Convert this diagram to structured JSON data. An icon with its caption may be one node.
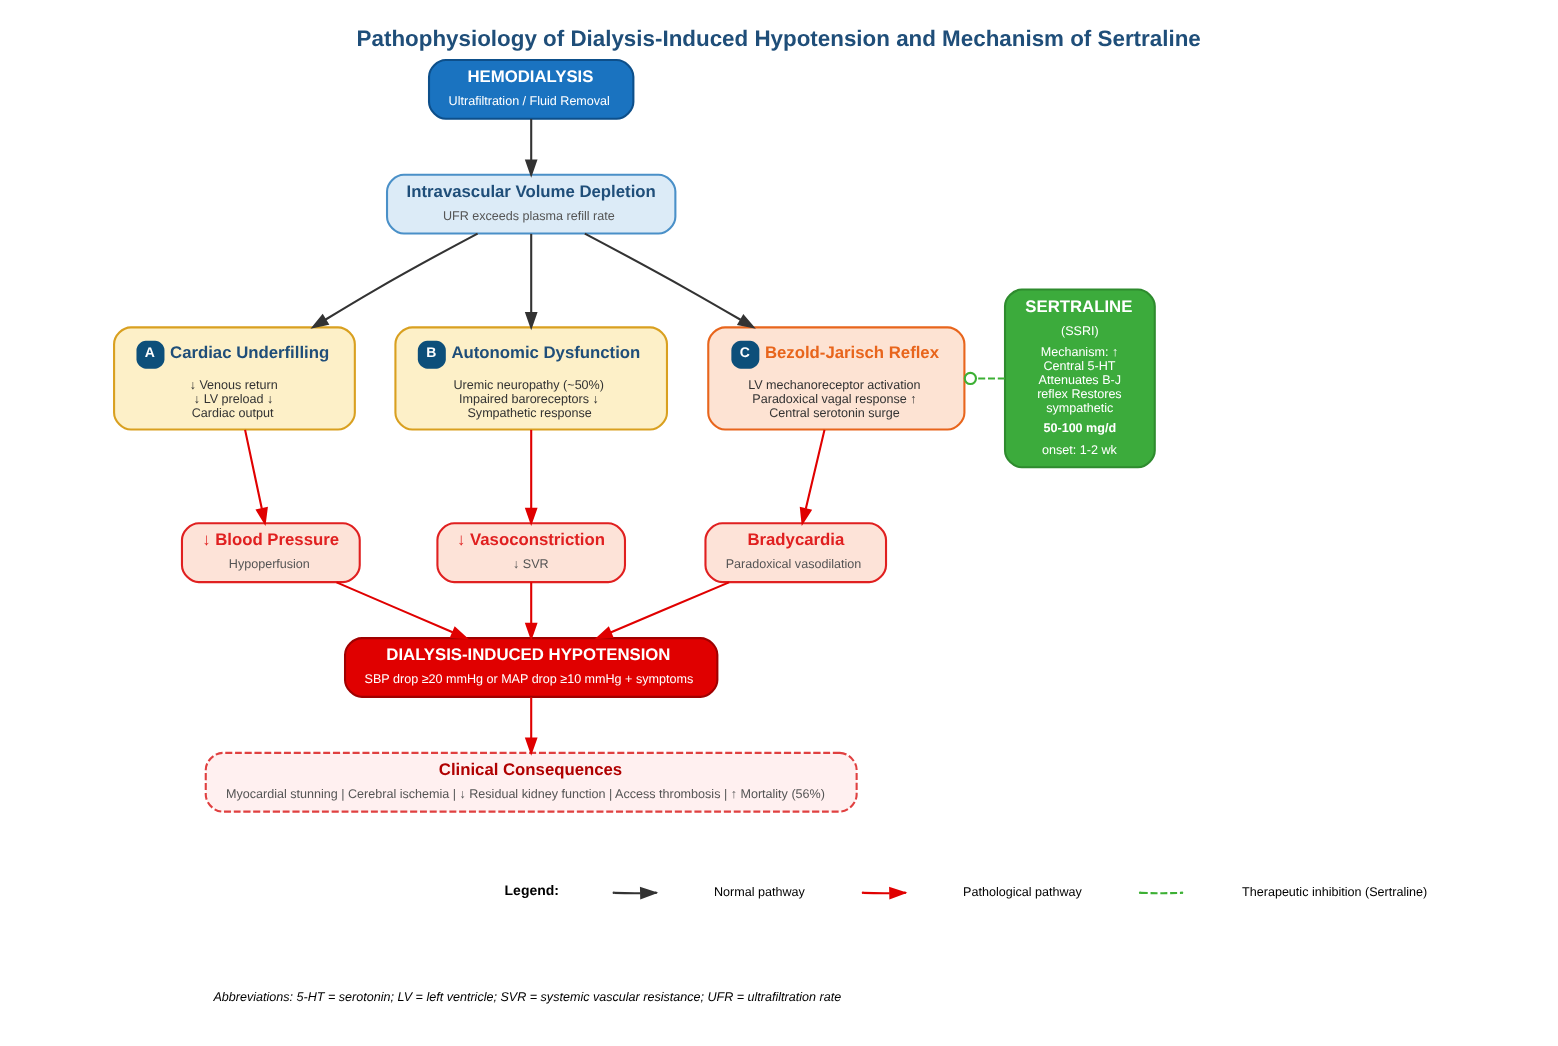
{
  "diagram": {
    "title": "Pathophysiology of Dialysis-Induced Hypotension and Mechanism of Sertraline",
    "nodes": [
      {
        "text": [
          "HEMODIALYSIS",
          "Ultrafiltration / Fluid Removal"
        ]
      },
      {
        "text": [
          "Intravascular Volume Depletion",
          "UFR exceeds plasma refill rate"
        ]
      },
      {
        "text": [
          "A",
          "Cardiac Underfilling",
          "↓ Venous return ↓ LV preload ↓ Cardiac output"
        ]
      },
      {
        "text": [
          "B",
          "Autonomic Dysfunction",
          "Uremic neuropathy (~50%) Impaired baroreceptors ↓ Sympathetic response"
        ]
      },
      {
        "text": [
          "C",
          "Bezold-Jarisch Reflex",
          "LV mechanoreceptor activation Paradoxical vagal response ↑ Central serotonin surge"
        ]
      },
      {
        "text": [
          "SERTRALINE",
          "(SSRI)",
          "Mechanism: ↑ Central 5-HT Attenuates B-J reflex Restores sympathetic",
          "50-100 mg/d",
          "onset: 1-2 wk"
        ]
      },
      {
        "text": [
          "↓ Blood Pressure",
          "Hypoperfusion"
        ]
      },
      {
        "text": [
          "↓ Vasoconstriction",
          "↓ SVR"
        ]
      },
      {
        "text": [
          "Bradycardia",
          "Paradoxical vasodilation"
        ]
      },
      {
        "text": [
          "DIALYSIS-INDUCED HYPOTENSION",
          "SBP drop ≥20 mmHg or MAP drop ≥10 mmHg + symptoms"
        ]
      },
      {
        "text": [
          "Clinical Consequences",
          "Myocardial stunning | Cerebral ischemia | ↓ Residual kidney function | Access thrombosis | ↑ Mortality (56%)"
        ]
      }
    ],
    "edges": [
      {
        "from": 0,
        "to": 1,
        "arrow": "to",
        "color": "#333333"
      },
      {
        "from": 1,
        "to": 2,
        "arrow": "to",
        "color": "#333333"
      },
      {
        "from": 1,
        "to": 3,
        "arrow": "to",
        "color": "#333333"
      },
      {
        "from": 1,
        "to": 4,
        "arrow": "to",
        "color": "#333333"
      },
      {
        "from": 5,
        "to": 4,
        "arrow": "other",
        "style": "dashed",
        "color": "#3cb034"
      },
      {
        "from": 2,
        "to": 6,
        "arrow": "to"
      },
      {
        "from": 3,
        "to": 7,
        "arrow": "to"
      },
      {
        "from": 4,
        "to": 8,
        "arrow": "to"
      },
      {
        "from": 6,
        "to": 9,
        "arrow": "to"
      },
      {
        "from": 7,
        "to": 9,
        "arrow": "to"
      },
      {
        "from": 8,
        "to": 9,
        "arrow": "to"
      },
      {
        "from": 9,
        "to": 10,
        "arrow": "to"
      }
    ],
    "labels": [
      "Legend:",
      "Abbreviations: 5-HT = serotonin; LV = left ventricle; SVR = systemic vascular resistance; UFR = ultrafiltration rate"
    ],
    "legend": [
      {
        "text": "Normal pathway"
      },
      {
        "text": "Pathological pathway"
      },
      {
        "text": "Therapeutic inhibition (Sertraline)"
      }
    ]
  }
}
